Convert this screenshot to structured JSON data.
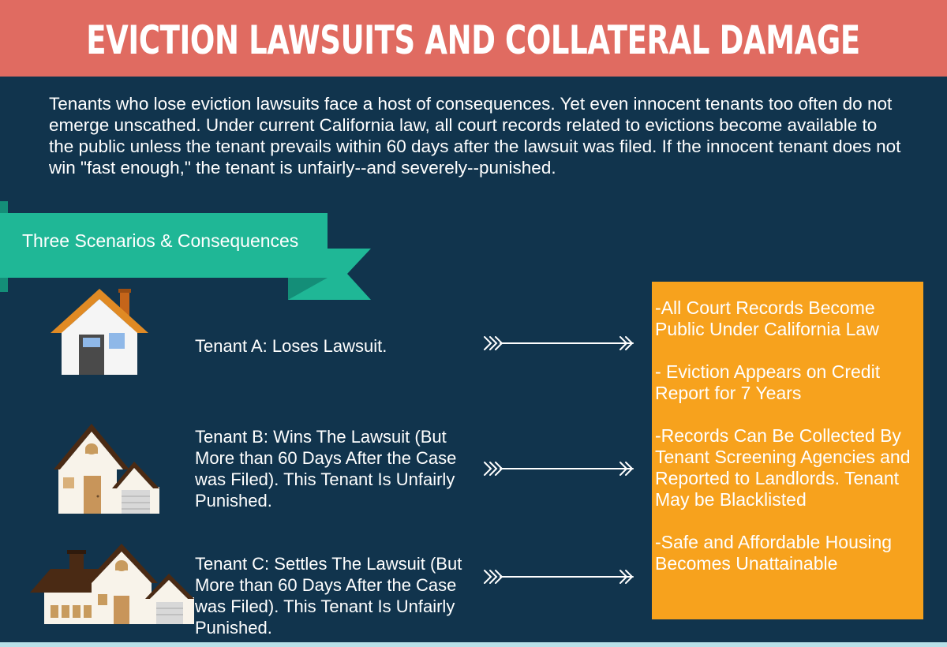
{
  "title": "EVICTION LAWSUITS AND COLLATERAL DAMAGE",
  "intro": "Tenants who lose eviction lawsuits face a host of consequences. Yet even innocent tenants too often do not emerge unscathed. Under current California law, all court records related to evictions become available to the public unless the tenant prevails within 60 days after the lawsuit was filed. If the innocent tenant does not win \"fast enough,\" the tenant is unfairly--and severely--punished.",
  "ribbon_label": "Three Scenarios & Consequences",
  "tenants": [
    {
      "text": "Tenant A: Loses Lawsuit."
    },
    {
      "text": "Tenant B: Wins The Lawsuit (But More than 60 Days After the Case was Filed). This Tenant Is Unfairly Punished."
    },
    {
      "text": "Tenant C: Settles The Lawsuit (But More than 60 Days After the Case was Filed). This Tenant Is Unfairly Punished."
    }
  ],
  "consequences": [
    "-All Court Records Become Public Under California Law",
    "- Eviction Appears on Credit Report for 7 Years",
    "-Records Can Be Collected By Tenant Screening Agencies and Reported to Landlords. Tenant May be Blacklisted",
    "-Safe and Affordable Housing Becomes Unattainable"
  ],
  "colors": {
    "background": "#11344d",
    "header": "#e06b61",
    "ribbon": "#1fb796",
    "ribbon_dark": "#148e78",
    "consequence_box": "#f7a21d"
  },
  "icons": [
    "small-house-icon",
    "two-gable-house-icon",
    "large-house-icon",
    "triple-arrow-icon"
  ]
}
